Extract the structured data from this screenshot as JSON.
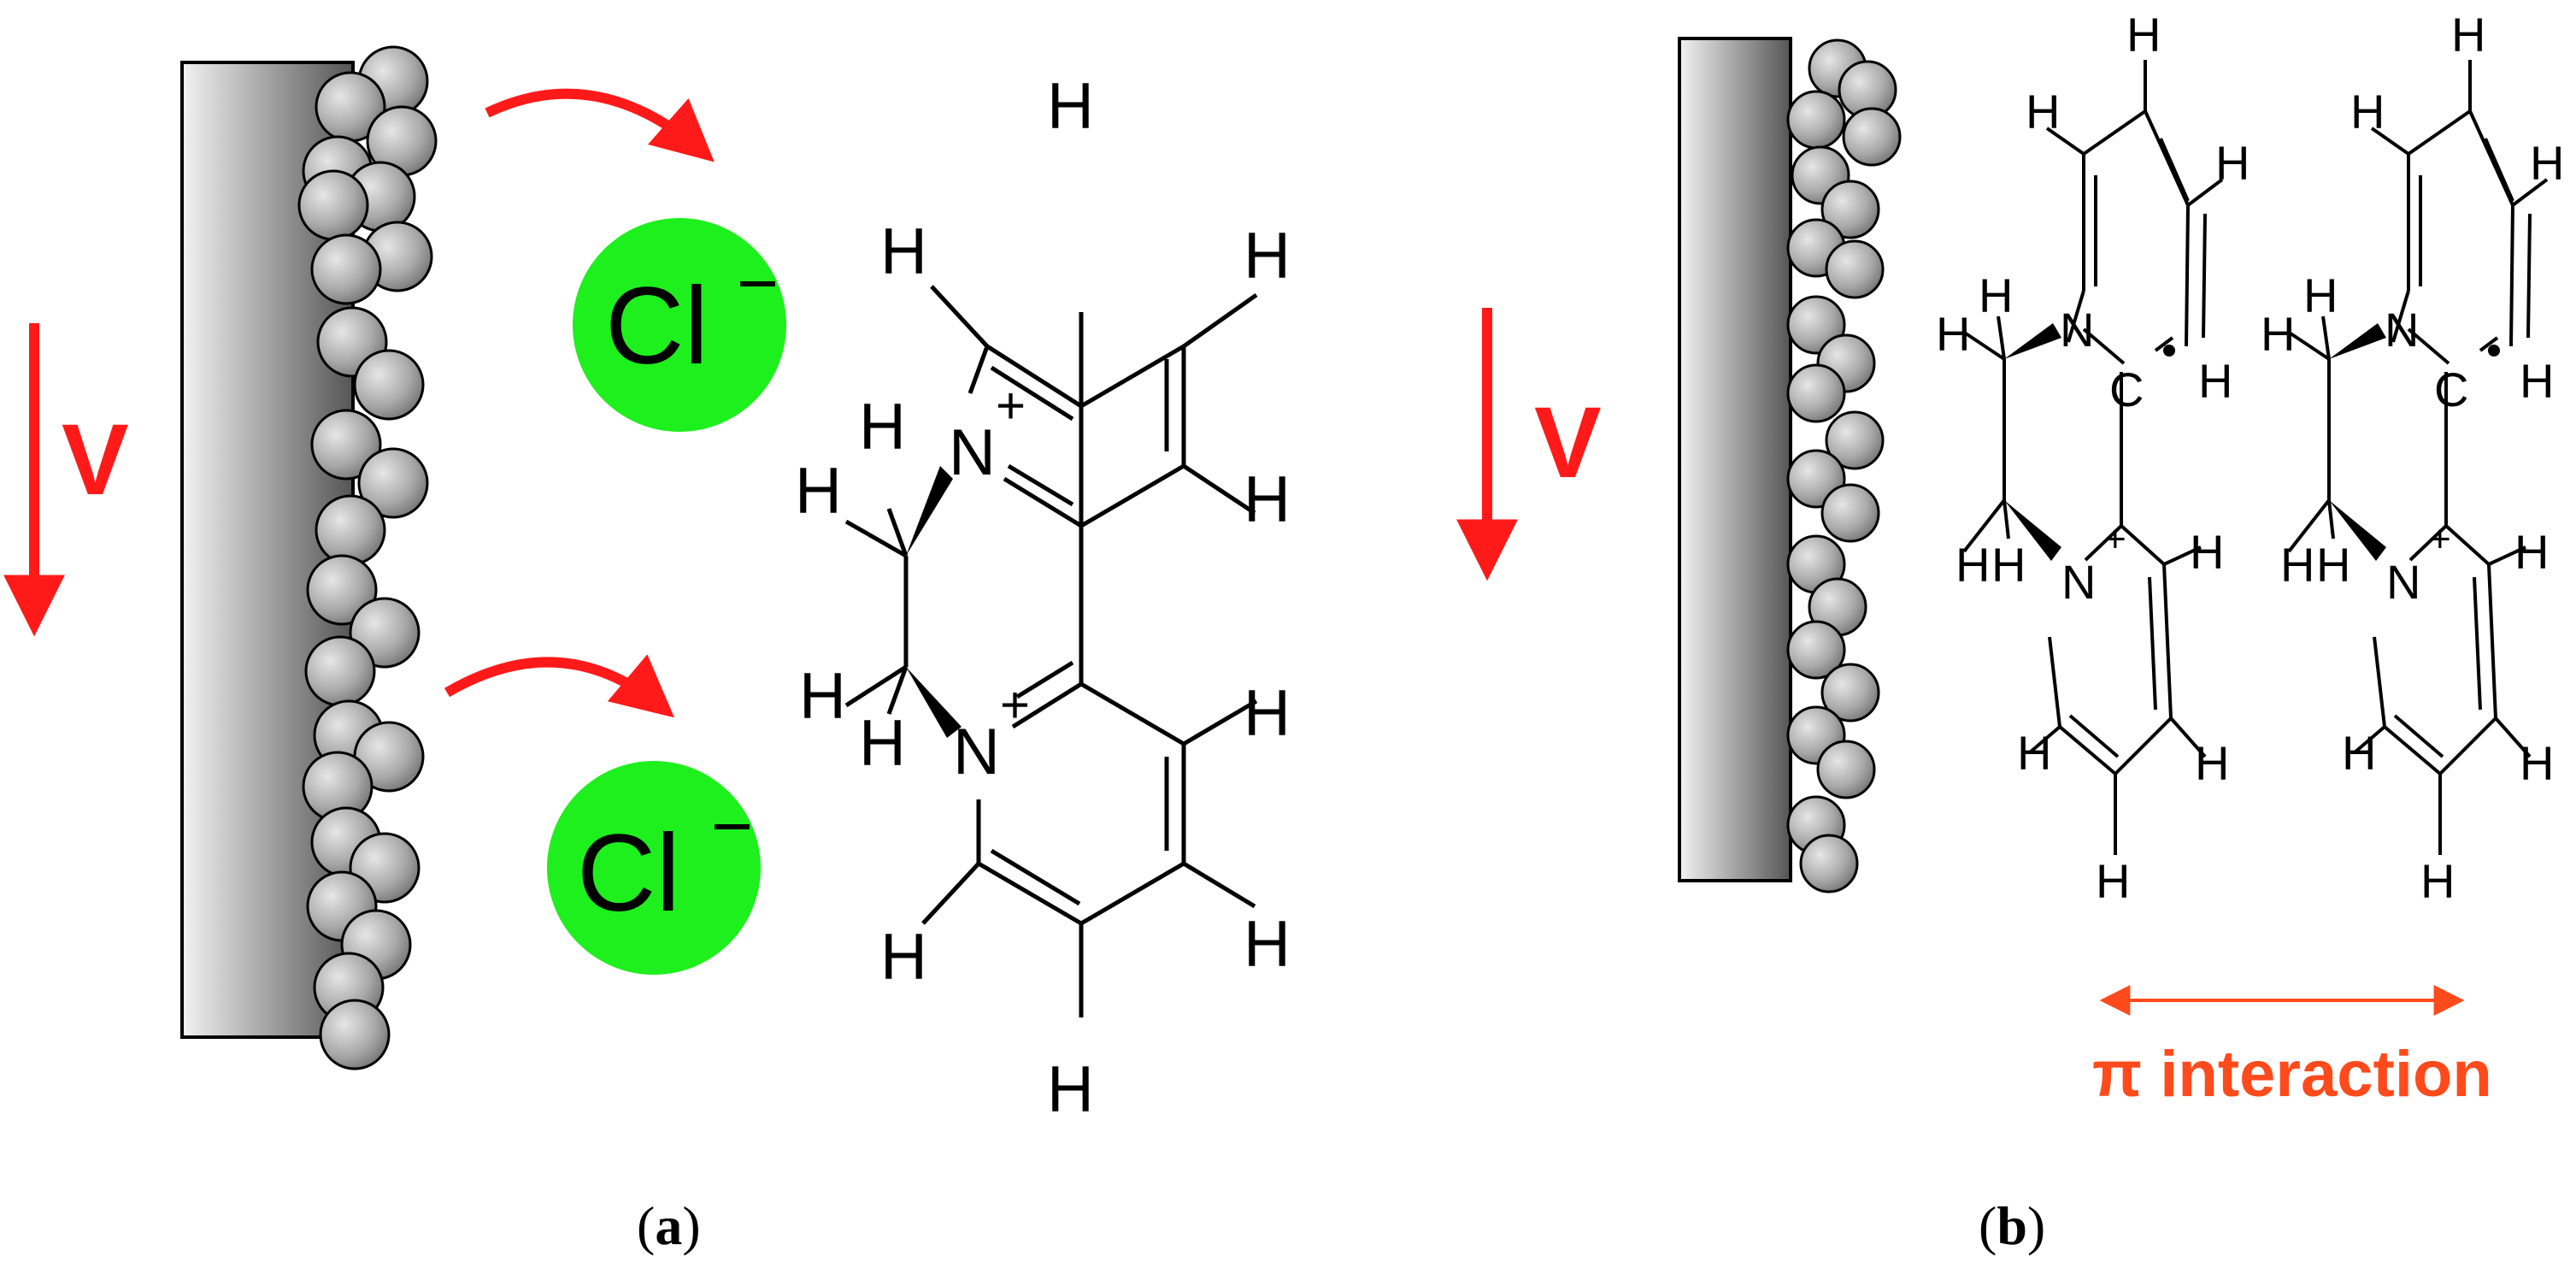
{
  "colors": {
    "voltage_arrow": "#ff1a1a",
    "transfer_arrow": "#ff1a1a",
    "chloride": "#1df01d",
    "pi_label": "#ff4a1c",
    "electrode_dark": "#555555",
    "electrode_light": "#f2f2f2",
    "particle": "#a9a9a9"
  },
  "panel_a": {
    "voltage_label": "V",
    "ion_label": "Cl",
    "ion_charge": "−",
    "caption_open": "(",
    "caption_letter": "a",
    "caption_close": ")"
  },
  "panel_b": {
    "voltage_label": "V",
    "pi_label": "π interaction",
    "caption_open": "(",
    "caption_letter": "b",
    "caption_close": ")"
  },
  "atoms": {
    "hydrogen": "H",
    "nitrogen": "N",
    "carbon": "C",
    "plus": "+"
  }
}
